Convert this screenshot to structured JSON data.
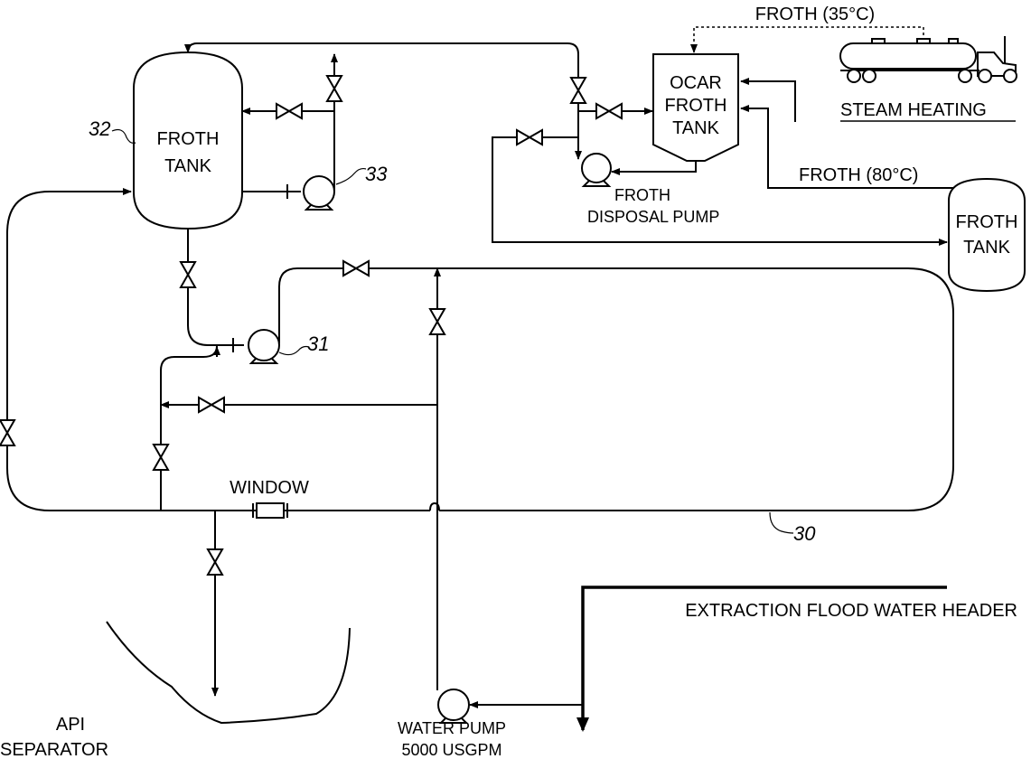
{
  "labels": {
    "froth_tank_32_line1": "FROTH",
    "froth_tank_32_line2": "TANK",
    "ref_32": "32",
    "ref_33": "33",
    "ref_31": "31",
    "ref_30": "30",
    "ocar_line1": "OCAR",
    "ocar_line2": "FROTH",
    "ocar_line3": "TANK",
    "froth_35": "FROTH (35°C)",
    "steam_heating": "STEAM HEATING",
    "froth_80": "FROTH (80°C)",
    "right_tank_line1": "FROTH",
    "right_tank_line2": "TANK",
    "disposal_pump_line1": "FROTH",
    "disposal_pump_line2": "DISPOSAL PUMP",
    "window": "WINDOW",
    "extraction_header": "EXTRACTION FLOOD WATER HEADER",
    "water_pump_line1": "WATER PUMP",
    "water_pump_line2": "5000 USGPM",
    "api_line1": "API",
    "api_line2": "SEPARATOR"
  }
}
